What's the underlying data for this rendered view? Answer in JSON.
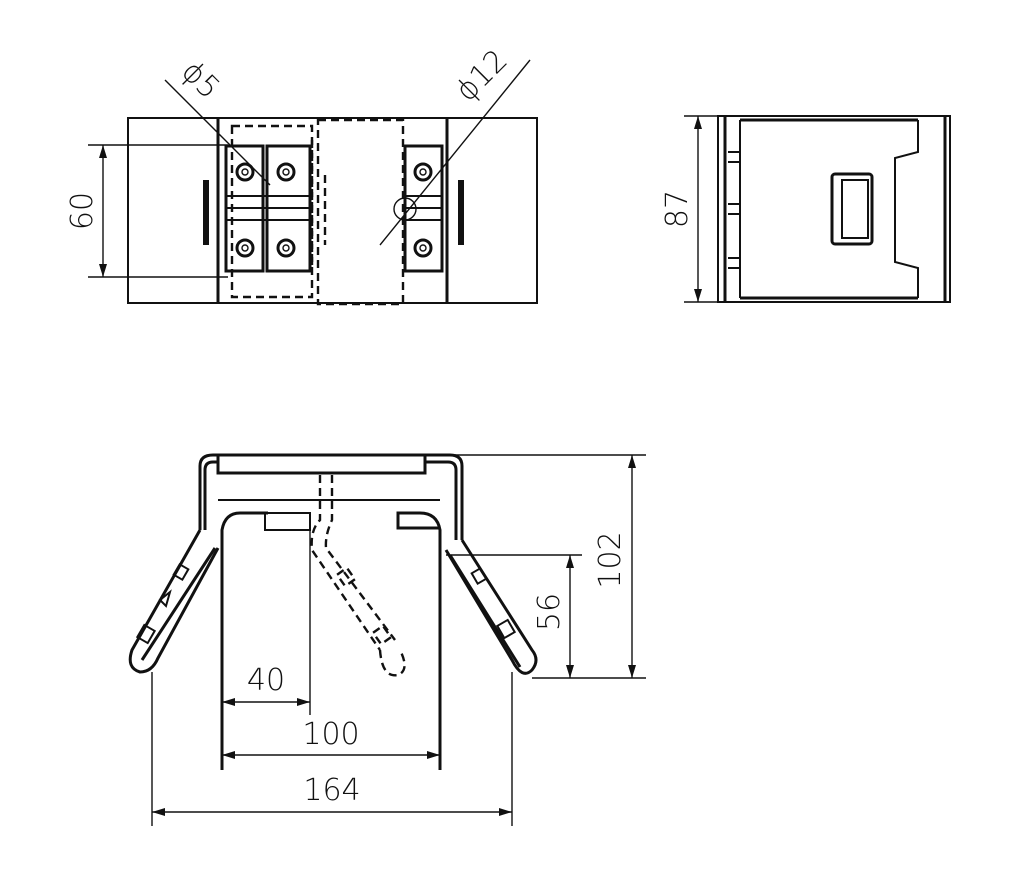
{
  "dimensions": {
    "hole_small": "ϕ5",
    "hole_large": "ϕ12",
    "height_top": "60",
    "height_side": "87",
    "width_40": "40",
    "width_100": "100",
    "width_164": "164",
    "height_56": "56",
    "height_102": "102"
  },
  "colors": {
    "line": "#111111",
    "background": "#ffffff"
  }
}
